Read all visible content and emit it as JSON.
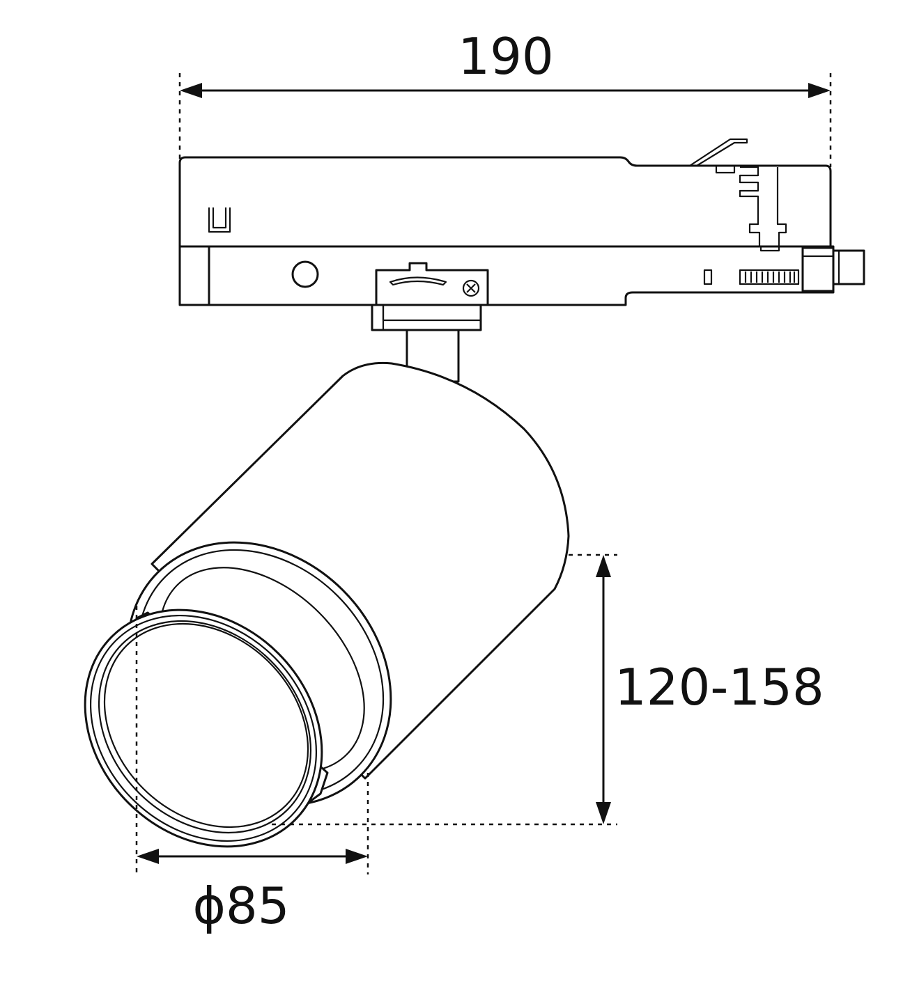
{
  "dimensions": {
    "width_label": "190",
    "height_label": "120-158",
    "diameter_label": "ϕ85"
  },
  "colors": {
    "line": "#111111",
    "background": "#ffffff"
  }
}
